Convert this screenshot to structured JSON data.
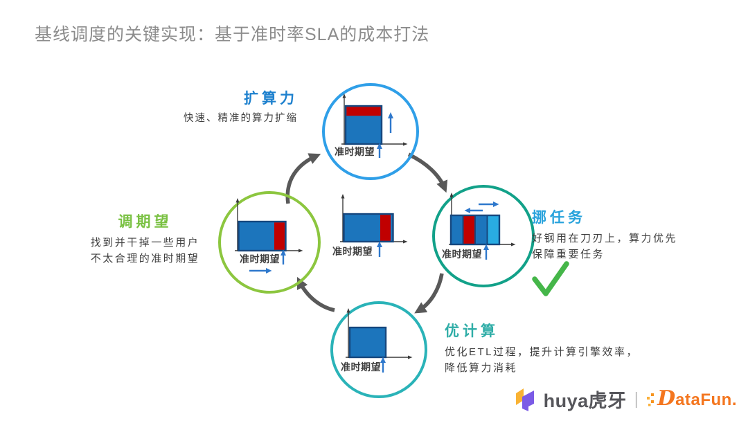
{
  "title": "基线调度的关键实现：基于准时率SLA的成本打法",
  "nodes": {
    "top": {
      "heading": "扩算力",
      "desc": "快速、精准的算力扩缩",
      "axis_label": "准时期望"
    },
    "left": {
      "heading": "调期望",
      "desc": "找到并干掉一些用户\n不太合理的准时期望",
      "axis_label": "准时期望"
    },
    "right": {
      "heading": "挪任务",
      "desc": "好钢用在刀刃上，算力优先\n保障重要任务",
      "axis_label": "准时期望"
    },
    "bottom": {
      "heading": "优计算",
      "desc": "优化ETL过程，提升计算引擎效率，\n降低算力消耗",
      "axis_label": "准时期望"
    },
    "center": {
      "axis_label": "准时期望"
    }
  },
  "colors": {
    "title_gray": "#8C8C8C",
    "top_circle": "#2F9FE8",
    "left_circle": "#8CC63F",
    "right_circle": "#12A189",
    "bottom_circle": "#2AB3B8",
    "heading_top": "#1E81CE",
    "heading_left": "#7AC143",
    "heading_right": "#29A3DC",
    "heading_bottom": "#2FADA7",
    "bar_blue": "#1C75BC",
    "bar_border": "#16477E",
    "bar_red": "#C00000",
    "bar_lightblue": "#29ABE2",
    "blue_arrow": "#2E78CC",
    "cycle_arrow": "#595959",
    "check_green": "#45B649",
    "huya_yellow": "#F9B233",
    "huya_purple": "#7B5BE6",
    "datafun_orange": "#F4761F"
  },
  "footer": {
    "huya": "huya虎牙",
    "separator": "|",
    "datafun_d": "D",
    "datafun_rest": "ataFun."
  }
}
